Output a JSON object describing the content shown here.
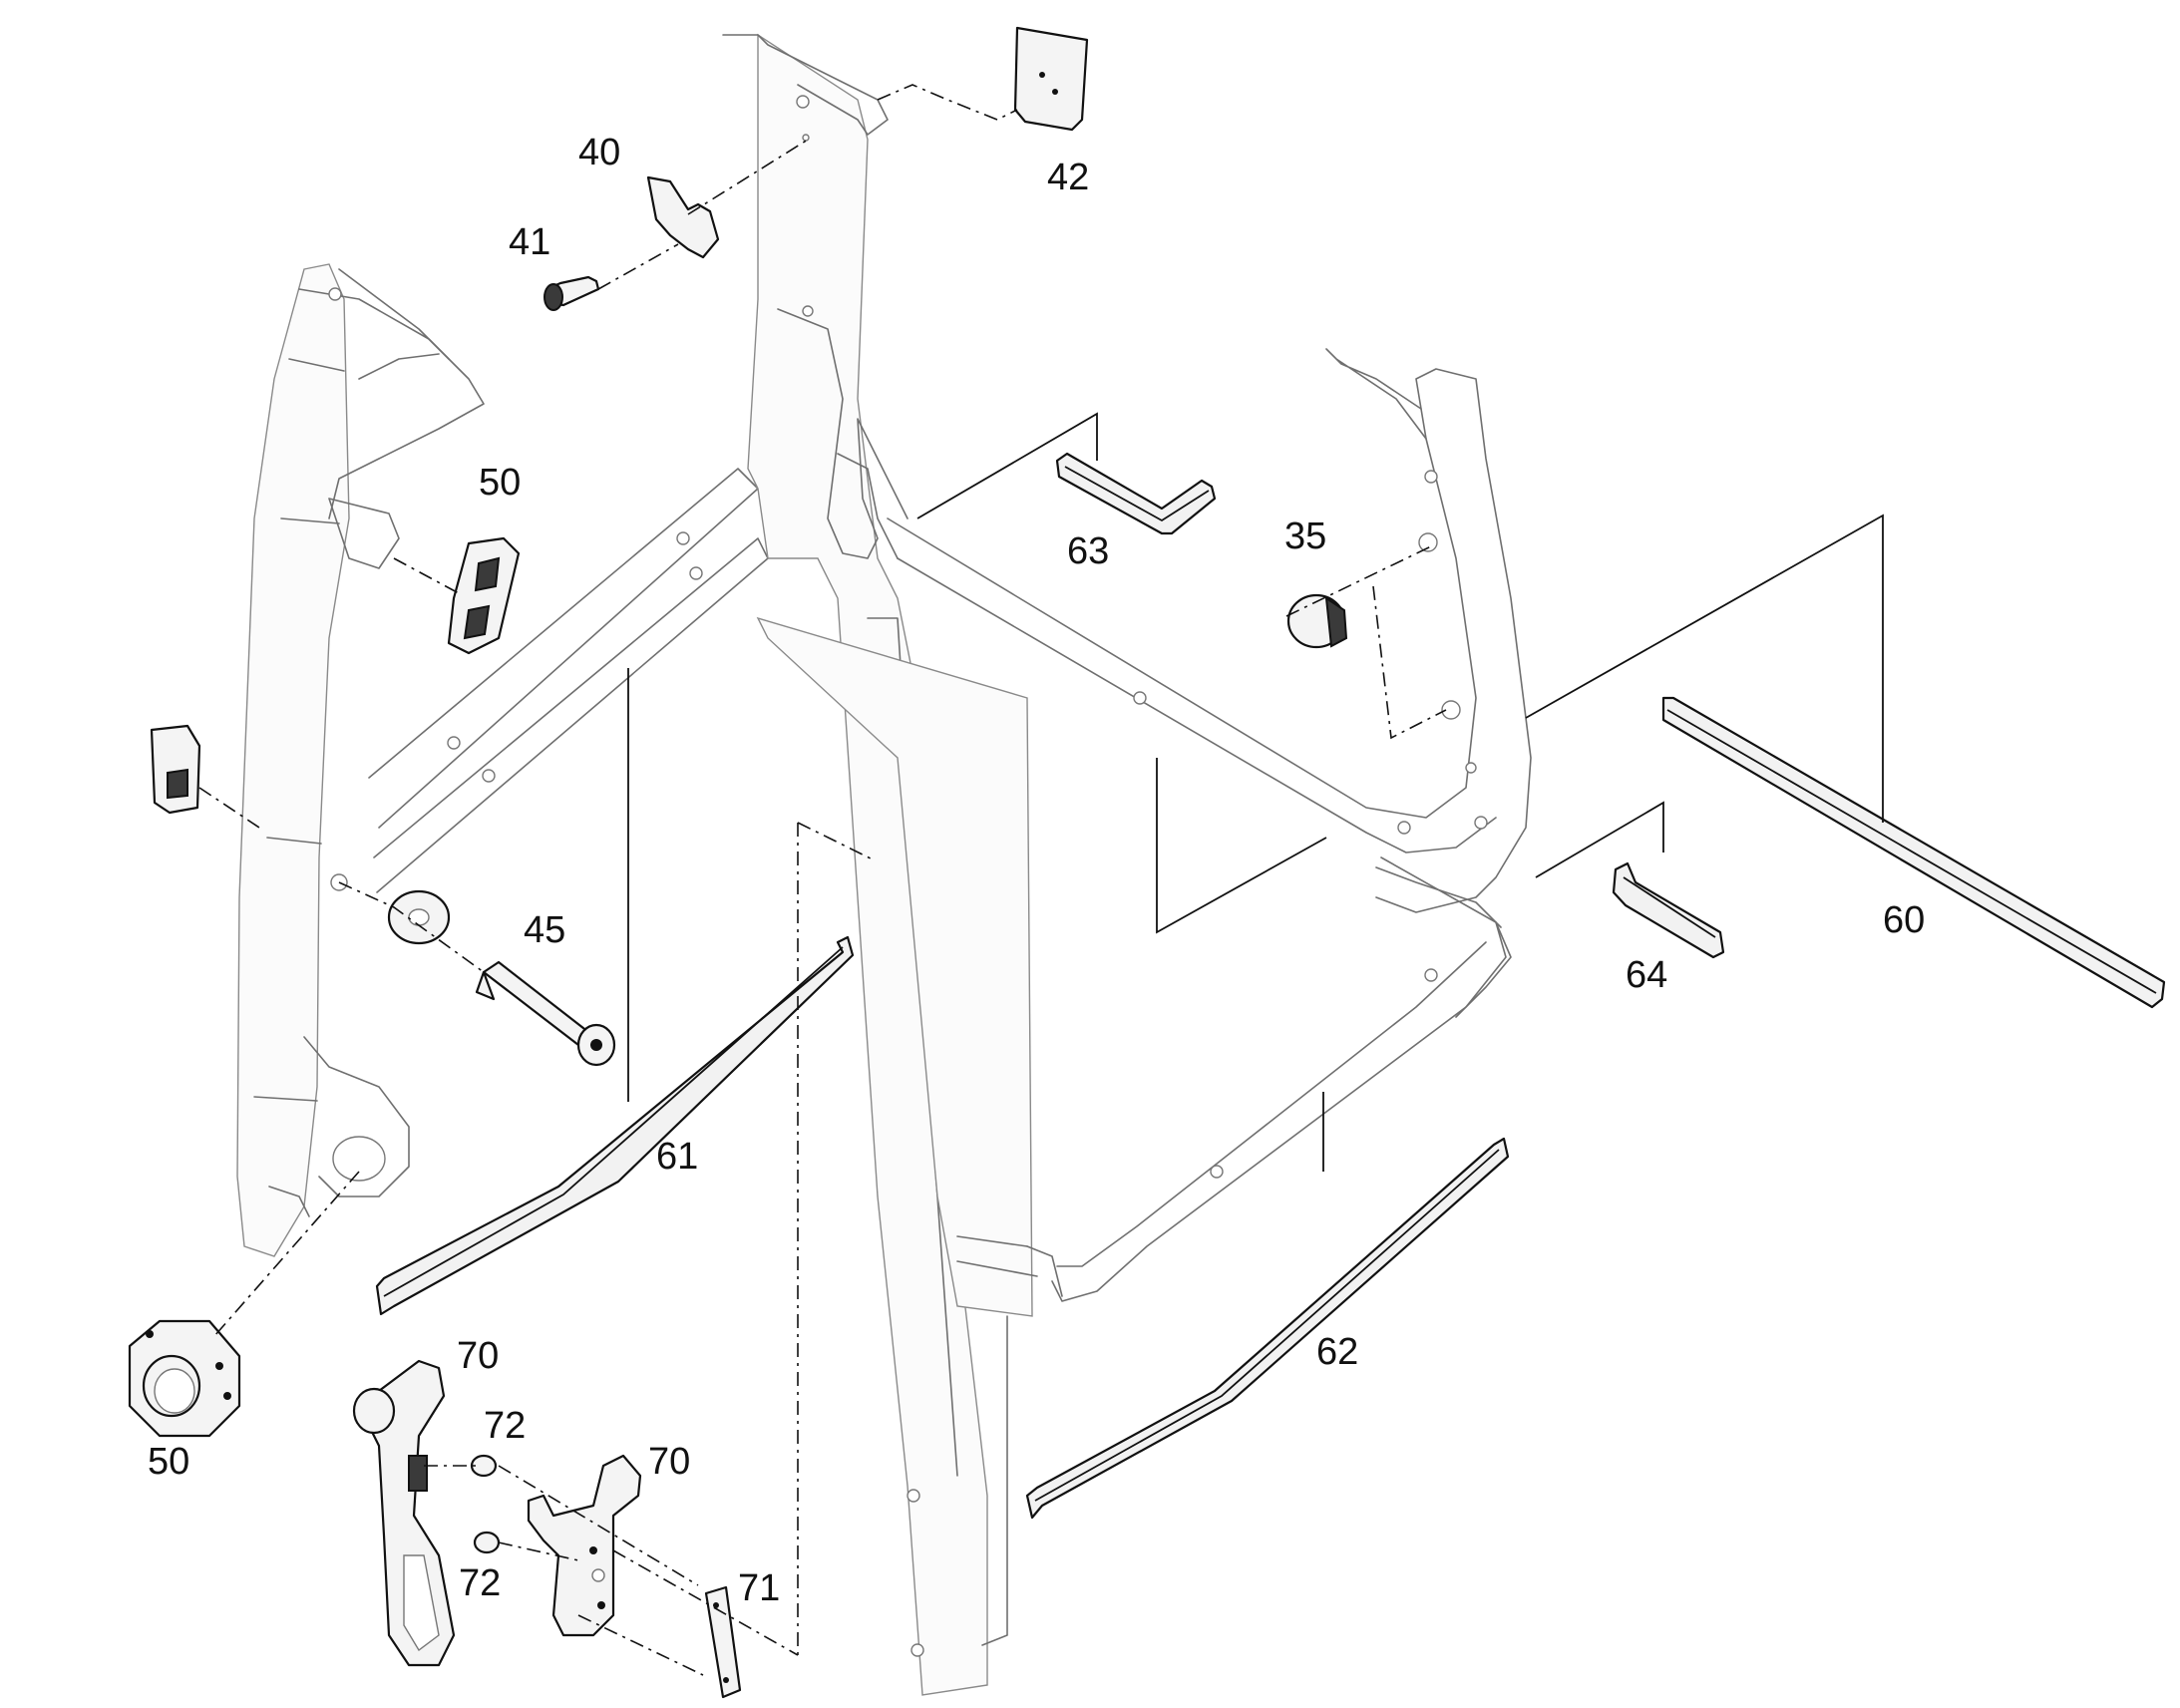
{
  "callouts": [
    {
      "id": "40",
      "text": "40"
    },
    {
      "id": "41",
      "text": "41"
    },
    {
      "id": "42",
      "text": "42"
    },
    {
      "id": "50a",
      "text": "50"
    },
    {
      "id": "63",
      "text": "63"
    },
    {
      "id": "35",
      "text": "35"
    },
    {
      "id": "45",
      "text": "45"
    },
    {
      "id": "60",
      "text": "60"
    },
    {
      "id": "64",
      "text": "64"
    },
    {
      "id": "61",
      "text": "61"
    },
    {
      "id": "62",
      "text": "62"
    },
    {
      "id": "70a",
      "text": "70"
    },
    {
      "id": "72a",
      "text": "72"
    },
    {
      "id": "70b",
      "text": "70"
    },
    {
      "id": "50b",
      "text": "50"
    },
    {
      "id": "72b",
      "text": "72"
    },
    {
      "id": "71",
      "text": "71"
    }
  ]
}
